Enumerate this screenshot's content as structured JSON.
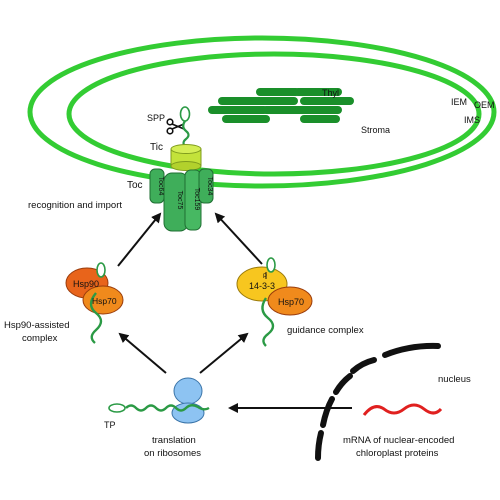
{
  "labels": {
    "thyl": "Thyl",
    "iem": "IEM",
    "oem": "OEM",
    "ims": "IMS",
    "stroma": "Stroma",
    "spp": "SPP",
    "tic": "Tic",
    "toc": "Toc",
    "recognition_import": "recognition and import",
    "toc64": "Toc64",
    "toc75": "Toc75",
    "toc159": "Toc159",
    "toc34": "Toc34",
    "hsp90": "Hsp90",
    "hsp70_left": "Hsp70",
    "hsp90_complex_line1": "Hsp90-assisted",
    "hsp90_complex_line2": "complex",
    "p": "P",
    "p1433": "14-3-3",
    "hsp70_right": "Hsp70",
    "guidance_complex": "guidance complex",
    "nucleus": "nucleus",
    "tp": "TP",
    "translation_line1": "translation",
    "translation_line2": "on ribosomes",
    "mrna_line1": "mRNA of nuclear-encoded",
    "mrna_line2": "chloroplast proteins"
  },
  "colors": {
    "membrane_green": "#33cc33",
    "thylakoid_green": "#1a8f2a",
    "tic_yellow_green": "#c3e23a",
    "toc_green": "#3fae5a",
    "hsp90_orange": "#e8641b",
    "hsp70_orange": "#f08a1c",
    "p1433_yellow": "#f7c61f",
    "ribosome_blue": "#8dc3f2",
    "mrna_red": "#e0201f",
    "nucleus_black": "#111111",
    "peptide_green": "#2b9a45",
    "arrow_black": "#111111"
  }
}
